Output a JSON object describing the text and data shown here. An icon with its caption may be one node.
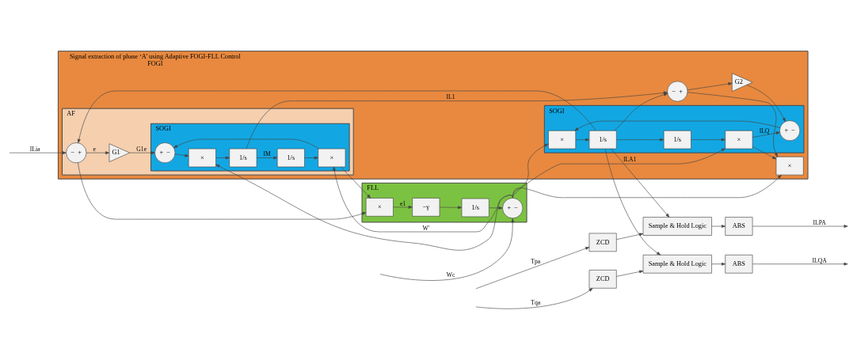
{
  "diagram": {
    "nodes": [
      {
        "text": [
          "Signal extraction of phase ‘A’ using Adaptive FOGI-FLL Control",
          "FOGI"
        ]
      },
      {
        "text": [
          "AF"
        ],
        "in": 0
      },
      {
        "text": [
          "−",
          "+"
        ],
        "in": 1
      },
      {
        "text": [
          "G1"
        ],
        "in": 1
      },
      {
        "text": [
          "SOGI"
        ],
        "in": 1
      },
      {
        "text": [
          "+",
          "−"
        ],
        "in": 4
      },
      {
        "text": [
          "×"
        ],
        "in": 4
      },
      {
        "text": [
          "1/s"
        ],
        "in": 4
      },
      {
        "text": [
          "×"
        ],
        "in": 4
      },
      {
        "text": [
          "1/s"
        ],
        "in": 4
      },
      {
        "text": [
          "−",
          "+"
        ],
        "in": 0
      },
      {
        "text": [
          "G2"
        ],
        "in": 0
      },
      {
        "text": [
          "×"
        ],
        "in": 0
      },
      {
        "text": [
          "SOGI"
        ],
        "in": 0
      },
      {
        "text": [
          "+",
          "−"
        ],
        "in": 13
      },
      {
        "text": [
          "×"
        ],
        "in": 13
      },
      {
        "text": [
          "1/s"
        ],
        "in": 13
      },
      {
        "text": [
          "×"
        ],
        "in": 13
      },
      {
        "text": [
          "1/s"
        ],
        "in": 13
      },
      {
        "text": [
          "FLL"
        ]
      },
      {
        "text": [
          "×"
        ],
        "in": 19
      },
      {
        "text": [
          "−γ"
        ],
        "in": 19
      },
      {
        "text": [
          "1/s"
        ],
        "in": 19
      },
      {
        "text": [
          "+",
          "−"
        ],
        "in": 19
      },
      {
        "text": [
          "ZCD"
        ]
      },
      {
        "text": [
          "ZCD"
        ]
      },
      {
        "text": [
          "Sample & Hold Logic"
        ]
      },
      {
        "text": [
          "Sample & Hold Logic"
        ]
      },
      {
        "text": [
          "ABS"
        ]
      },
      {
        "text": [
          "ABS"
        ]
      }
    ],
    "edges": [
      {
        "from": null,
        "to": 2,
        "arrow": "to",
        "label": "ILia"
      },
      {
        "from": 2,
        "to": 3,
        "arrow": "to",
        "label": "e"
      },
      {
        "from": 2,
        "to": 20,
        "arrow": "to"
      },
      {
        "from": 3,
        "to": 5,
        "arrow": "to",
        "label": "G1e"
      },
      {
        "from": 5,
        "to": 6,
        "arrow": "to"
      },
      {
        "from": 6,
        "to": 7,
        "arrow": "to"
      },
      {
        "from": 7,
        "to": 10,
        "arrow": "to",
        "label": "IL1"
      },
      {
        "from": 7,
        "to": 9,
        "arrow": "to",
        "label": "IM"
      },
      {
        "from": 9,
        "to": 8,
        "arrow": "to"
      },
      {
        "from": 8,
        "to": 5,
        "arrow": "to"
      },
      {
        "from": 8,
        "to": 20,
        "arrow": "to"
      },
      {
        "from": 23,
        "to": 8,
        "arrow": "to",
        "label": "W'"
      },
      {
        "from": 23,
        "to": 6,
        "arrow": "to"
      },
      {
        "from": 23,
        "to": 12,
        "arrow": "to"
      },
      {
        "from": 23,
        "to": 15,
        "arrow": "to"
      },
      {
        "from": 23,
        "to": 17,
        "arrow": "to"
      },
      {
        "from": 10,
        "to": 11,
        "arrow": "to"
      },
      {
        "from": 10,
        "to": 12,
        "arrow": "to"
      },
      {
        "from": 11,
        "to": 14,
        "arrow": "to"
      },
      {
        "from": 14,
        "to": 15,
        "arrow": "to"
      },
      {
        "from": 15,
        "to": 16,
        "arrow": "to"
      },
      {
        "from": 16,
        "to": 2,
        "arrow": "to"
      },
      {
        "from": 16,
        "to": 10,
        "arrow": "to"
      },
      {
        "from": 16,
        "to": 18,
        "arrow": "to"
      },
      {
        "from": 18,
        "to": 17,
        "arrow": "to"
      },
      {
        "from": 17,
        "to": 14,
        "arrow": "to",
        "label": "ILQ"
      },
      {
        "from": 17,
        "to": 12,
        "arrow": "to"
      },
      {
        "from": 20,
        "to": 21,
        "arrow": "to",
        "label": "e1"
      },
      {
        "from": 21,
        "to": 22,
        "arrow": "to"
      },
      {
        "from": 22,
        "to": 23,
        "arrow": "to"
      },
      {
        "from": null,
        "to": 23,
        "arrow": "to",
        "label": "Wc"
      },
      {
        "from": 16,
        "to": 26,
        "arrow": "to",
        "label": "ILA1"
      },
      {
        "from": 16,
        "to": 27,
        "arrow": "to"
      },
      {
        "from": null,
        "to": 24,
        "arrow": "to",
        "label": "Tpa"
      },
      {
        "from": null,
        "to": 25,
        "arrow": "to",
        "label": "Tqa"
      },
      {
        "from": 24,
        "to": 26,
        "arrow": "to"
      },
      {
        "from": 25,
        "to": 27,
        "arrow": "to"
      },
      {
        "from": 26,
        "to": 28,
        "arrow": "to"
      },
      {
        "from": 27,
        "to": 29,
        "arrow": "to"
      },
      {
        "from": 28,
        "to": null,
        "arrow": "to",
        "label": "ILPA"
      },
      {
        "from": 29,
        "to": null,
        "arrow": "to",
        "label": "ILQA"
      }
    ]
  }
}
